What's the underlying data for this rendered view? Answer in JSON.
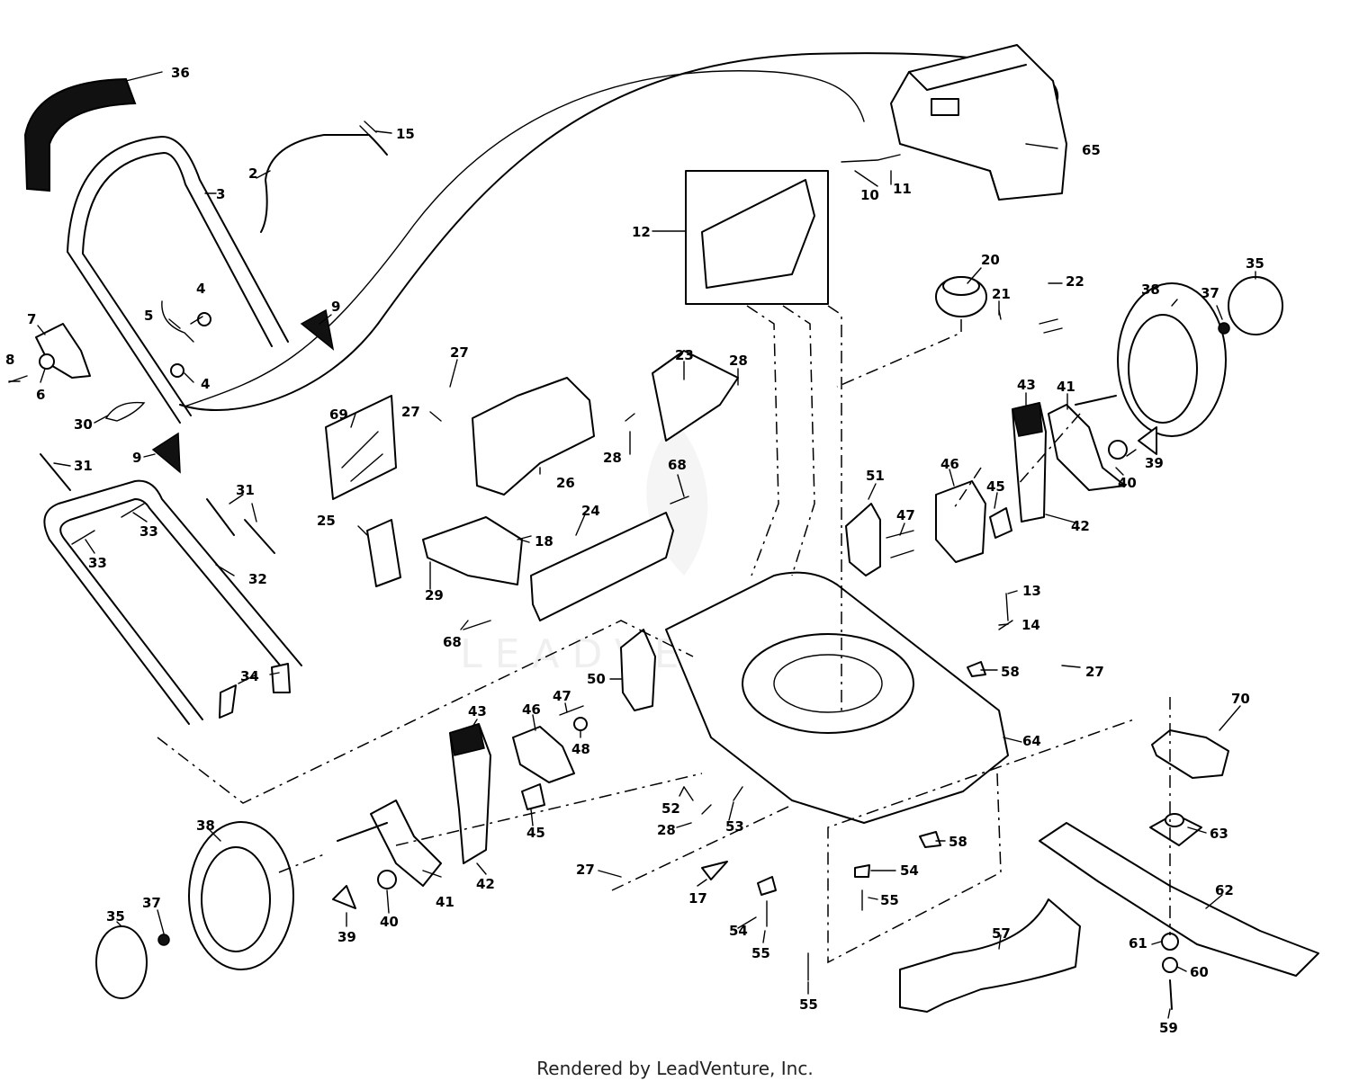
{
  "watermark": "LEADVENTURE",
  "footer": "Rendered by LeadVenture, Inc.",
  "callouts": [
    {
      "id": "c36",
      "text": "36"
    },
    {
      "id": "c15",
      "text": "15"
    },
    {
      "id": "c2",
      "text": "2"
    },
    {
      "id": "c3",
      "text": "3"
    },
    {
      "id": "c4a",
      "text": "4"
    },
    {
      "id": "c5",
      "text": "5"
    },
    {
      "id": "c9a",
      "text": "9"
    },
    {
      "id": "c7",
      "text": "7"
    },
    {
      "id": "c8",
      "text": "8"
    },
    {
      "id": "c6",
      "text": "6"
    },
    {
      "id": "c4b",
      "text": "4"
    },
    {
      "id": "c30",
      "text": "30"
    },
    {
      "id": "c9b",
      "text": "9"
    },
    {
      "id": "c31a",
      "text": "31"
    },
    {
      "id": "c31b",
      "text": "31"
    },
    {
      "id": "c33a",
      "text": "33"
    },
    {
      "id": "c33b",
      "text": "33"
    },
    {
      "id": "c32",
      "text": "32"
    },
    {
      "id": "c34",
      "text": "34"
    },
    {
      "id": "c12",
      "text": "12"
    },
    {
      "id": "c10",
      "text": "10"
    },
    {
      "id": "c11",
      "text": "11"
    },
    {
      "id": "c65",
      "text": "65"
    },
    {
      "id": "c20",
      "text": "20"
    },
    {
      "id": "c21",
      "text": "21"
    },
    {
      "id": "c22",
      "text": "22"
    },
    {
      "id": "c35a",
      "text": "35"
    },
    {
      "id": "c38a",
      "text": "38"
    },
    {
      "id": "c37a",
      "text": "37"
    },
    {
      "id": "c27a",
      "text": "27"
    },
    {
      "id": "c27b",
      "text": "27"
    },
    {
      "id": "c23",
      "text": "23"
    },
    {
      "id": "c28a",
      "text": "28"
    },
    {
      "id": "c28b",
      "text": "28"
    },
    {
      "id": "c69",
      "text": "69"
    },
    {
      "id": "c26",
      "text": "26"
    },
    {
      "id": "c25",
      "text": "25"
    },
    {
      "id": "c29",
      "text": "29"
    },
    {
      "id": "c18",
      "text": "18"
    },
    {
      "id": "c24",
      "text": "24"
    },
    {
      "id": "c68a",
      "text": "68"
    },
    {
      "id": "c68b",
      "text": "68"
    },
    {
      "id": "c43a",
      "text": "43"
    },
    {
      "id": "c41a",
      "text": "41"
    },
    {
      "id": "c39a",
      "text": "39"
    },
    {
      "id": "c40a",
      "text": "40"
    },
    {
      "id": "c42a",
      "text": "42"
    },
    {
      "id": "c46a",
      "text": "46"
    },
    {
      "id": "c45a",
      "text": "45"
    },
    {
      "id": "c51",
      "text": "51"
    },
    {
      "id": "c47a",
      "text": "47"
    },
    {
      "id": "c13",
      "text": "13"
    },
    {
      "id": "c14",
      "text": "14"
    },
    {
      "id": "c27c",
      "text": "27"
    },
    {
      "id": "c58a",
      "text": "58"
    },
    {
      "id": "c64",
      "text": "64"
    },
    {
      "id": "c70",
      "text": "70"
    },
    {
      "id": "c50",
      "text": "50"
    },
    {
      "id": "c47b",
      "text": "47"
    },
    {
      "id": "c48",
      "text": "48"
    },
    {
      "id": "c43b",
      "text": "43"
    },
    {
      "id": "c46b",
      "text": "46"
    },
    {
      "id": "c45b",
      "text": "45"
    },
    {
      "id": "c52",
      "text": "52"
    },
    {
      "id": "c28c",
      "text": "28"
    },
    {
      "id": "c53",
      "text": "53"
    },
    {
      "id": "c38b",
      "text": "38"
    },
    {
      "id": "c41b",
      "text": "41"
    },
    {
      "id": "c42b",
      "text": "42"
    },
    {
      "id": "c40b",
      "text": "40"
    },
    {
      "id": "c39b",
      "text": "39"
    },
    {
      "id": "c37b",
      "text": "37"
    },
    {
      "id": "c35b",
      "text": "35"
    },
    {
      "id": "c27d",
      "text": "27"
    },
    {
      "id": "c17",
      "text": "17"
    },
    {
      "id": "c54a",
      "text": "54"
    },
    {
      "id": "c55a",
      "text": "55"
    },
    {
      "id": "c54b",
      "text": "54"
    },
    {
      "id": "c55b",
      "text": "55"
    },
    {
      "id": "c55c",
      "text": "55"
    },
    {
      "id": "c58b",
      "text": "58"
    },
    {
      "id": "c63",
      "text": "63"
    },
    {
      "id": "c62",
      "text": "62"
    },
    {
      "id": "c57",
      "text": "57"
    },
    {
      "id": "c61",
      "text": "61"
    },
    {
      "id": "c60",
      "text": "60"
    },
    {
      "id": "c59",
      "text": "59"
    }
  ]
}
